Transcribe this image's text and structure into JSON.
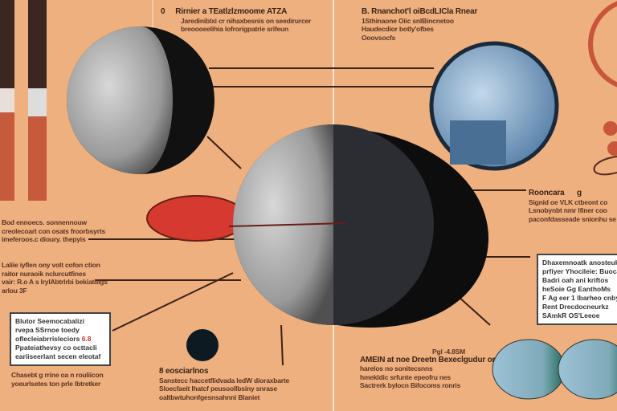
{
  "top_left": {
    "marker": "0",
    "title": "Rirnier a TEatlzlzmoome ATZA",
    "lines": [
      "Jarediniblxi cr nihaxbesnis on seedirurcer",
      "breoooeelihia lofrorigpatrie srifeun"
    ]
  },
  "top_right": {
    "title": "B. Rnanchot'l oiBcdLICla Rnear",
    "lines": [
      "1Sthinaone Oiic snlBincnetoo",
      "Haudecdior botly'ofbes",
      "Ooovsocfs"
    ]
  },
  "left_note_1": {
    "lines": [
      "Bod ennoecs. sonnennouw",
      "creolecoart con osats froorbsyrts",
      "imeferoos.c dioury. thepyis"
    ]
  },
  "left_note_2": {
    "lines": [
      "Laliie iyflen ony volt cofon ction",
      "raitor nuraoik nclurcutfines",
      "vair: R.o A s lrylAbtrlrbi bekiatdigs",
      "arlou 3F"
    ]
  },
  "left_box": {
    "title": "Blutor Seemocabalizi",
    "lines": [
      "rvepa SSrnoe toedy",
      "oflecleiabrrisleciors",
      "Ppateiathevsy co octtacli",
      "eariiseerlant secen eleotaf"
    ],
    "highlight": "6.8"
  },
  "left_bottom": {
    "lines": [
      "Chasebt g rrine oa n rouliicon",
      "yoeurlsetes ton prle lbtretker"
    ]
  },
  "bottom_mid": {
    "title": "8 eosciarlnos",
    "lines": [
      "Sanstecc haccetflidvada ledW dioraxbarte",
      "Sloecfaeit lhatcf peusoollbsiny snrase",
      "oaltbwtuhonfgesnsahnni Blaniet"
    ]
  },
  "bottom_right": {
    "value": "Pgl  -4.8SM",
    "title": "AMEIN at noe Dreetn Bexeclgudur or",
    "lines": [
      "harelos no sonitecsnns",
      "hmekldic srfunte epeofru nes",
      "Sactrerk bylocn Bifocoms ronris"
    ]
  },
  "right_note": {
    "title": "Rooncara",
    "badge": "g",
    "lines": [
      "Signid oe VLK ctbeont co",
      "Lsnobynbt nmr lfiner coo",
      "paconfdasseade snionhu se"
    ]
  },
  "right_box": {
    "lines": [
      "Dhaxemnoatk anosteuk",
      "prfiyer Yhocileie: Buoca",
      "Badri oah ani kriftos",
      "heSoie Gg EanthoMs",
      "F Ag eer 1 lbarheo cnby",
      "Rent Drecdocneurkz",
      "SAmkR OS'Leeoe"
    ]
  },
  "colors": {
    "background": "#eeb07f",
    "moon_light": "#bdbdbd",
    "moon_dark": "#111111",
    "accent_red": "#d63a2f",
    "planet_blue": "#7fa6c9",
    "orb_teal": "#8fb8c4"
  }
}
